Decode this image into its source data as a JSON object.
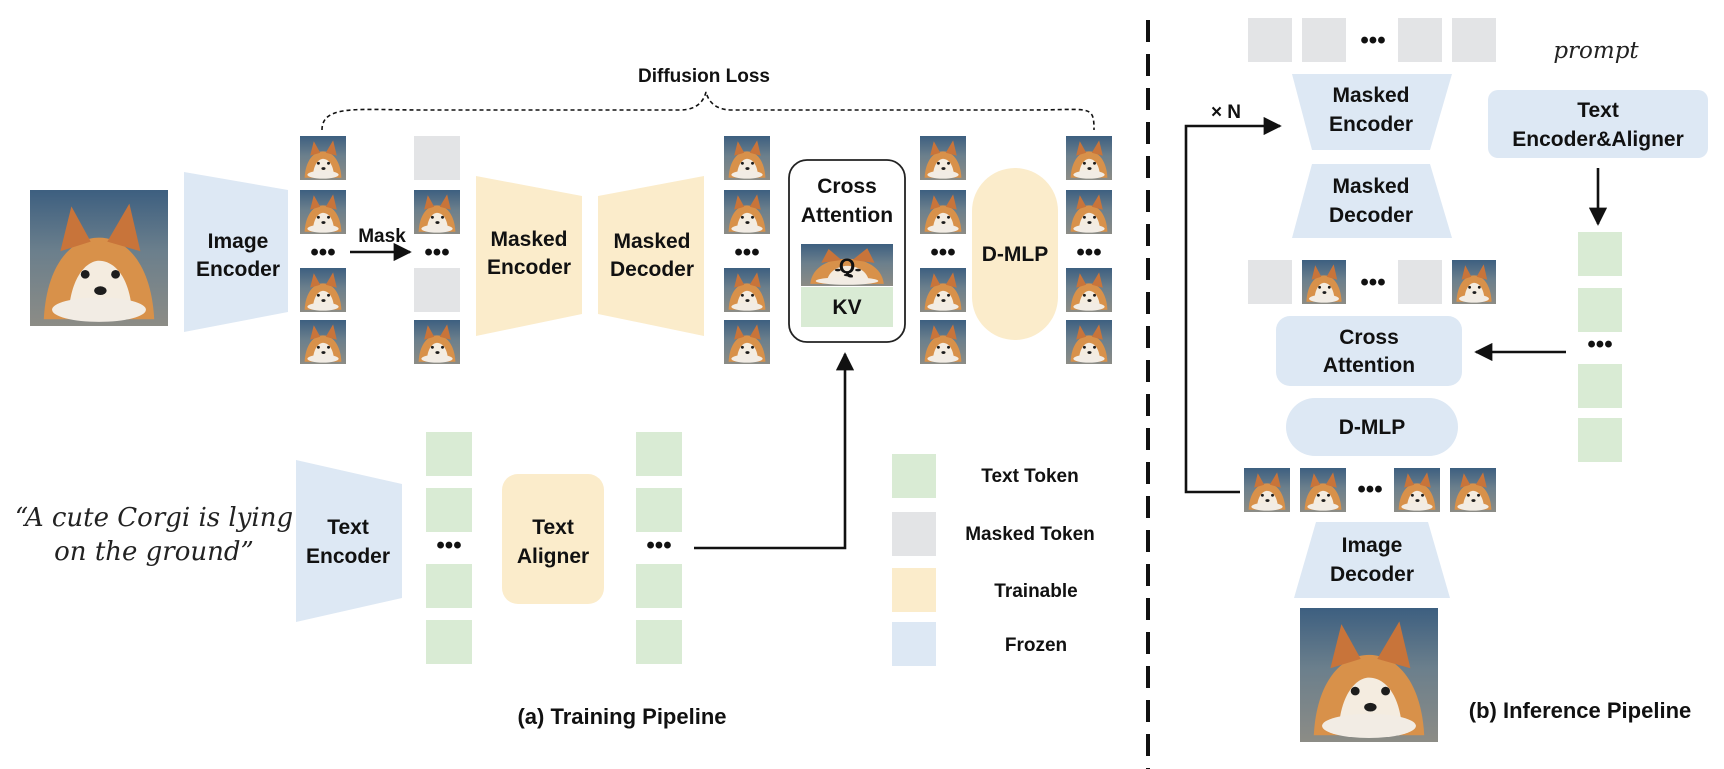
{
  "colors": {
    "frozen": "#dde8f4",
    "trainable": "#fbeccb",
    "text_token": "#d9ebd4",
    "masked_token": "#e3e4e6",
    "dog_fur": "#d8914a",
    "background_blue": "#3d5f80"
  },
  "training": {
    "diffusion_loss": "Diffusion Loss",
    "image_encoder": [
      "Image",
      "Encoder"
    ],
    "mask_label": "Mask",
    "masked_encoder": [
      "Masked",
      "Encoder"
    ],
    "masked_decoder": [
      "Masked",
      "Decoder"
    ],
    "cross_attention": [
      "Cross",
      "Attention"
    ],
    "q_label": "Q",
    "kv_label": "KV",
    "dmlp": "D-MLP",
    "caption_text": [
      "“A cute Corgi is lying",
      "on the ground”"
    ],
    "text_encoder": [
      "Text",
      "Encoder"
    ],
    "text_aligner": [
      "Text",
      "Aligner"
    ],
    "dots": "•••",
    "caption": "(a) Training Pipeline"
  },
  "legend": {
    "text_token": "Text Token",
    "masked_token": "Masked Token",
    "trainable": "Trainable",
    "frozen": "Frozen"
  },
  "inference": {
    "repeat_label": "× N",
    "prompt": "prompt",
    "masked_encoder": [
      "Masked",
      "Encoder"
    ],
    "masked_decoder": [
      "Masked",
      "Decoder"
    ],
    "text_encoder_aligner": [
      "Text",
      "Encoder&Aligner"
    ],
    "cross_attention": [
      "Cross",
      "Attention"
    ],
    "dmlp": "D-MLP",
    "image_decoder": [
      "Image",
      "Decoder"
    ],
    "caption": "(b) Inference Pipeline"
  }
}
